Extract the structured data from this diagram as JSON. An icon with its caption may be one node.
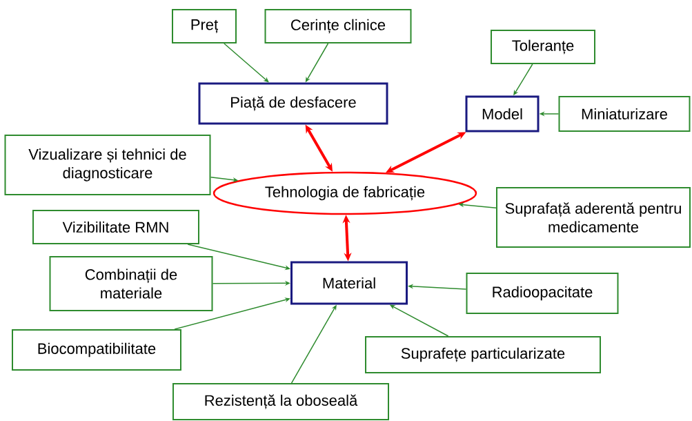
{
  "diagram": {
    "nodes": [
      {
        "text": [
          "Preț"
        ]
      },
      {
        "text": [
          "Cerințe clinice"
        ]
      },
      {
        "text": [
          "Piață de desfacere"
        ]
      },
      {
        "text": [
          "Toleranțe"
        ]
      },
      {
        "text": [
          "Model"
        ]
      },
      {
        "text": [
          "Miniaturizare"
        ]
      },
      {
        "text": [
          "Vizualizare și tehnici de diagnosticare"
        ]
      },
      {
        "text": [
          "Tehnologia de fabricație"
        ]
      },
      {
        "text": [
          "Suprafață aderentă pentru medicamente"
        ]
      },
      {
        "text": [
          "Vizibilitate RMN"
        ]
      },
      {
        "text": [
          "Combinații de materiale"
        ]
      },
      {
        "text": [
          "Material"
        ]
      },
      {
        "text": [
          "Radioopacitate"
        ]
      },
      {
        "text": [
          "Biocompatibilitate"
        ]
      },
      {
        "text": [
          "Suprafețe particularizate"
        ]
      },
      {
        "text": [
          "Rezistență la oboseală"
        ]
      }
    ],
    "edges": [
      {
        "from": 0,
        "to": 2,
        "arrow": "to"
      },
      {
        "from": 1,
        "to": 2,
        "arrow": "to"
      },
      {
        "from": 3,
        "to": 4,
        "arrow": "to"
      },
      {
        "from": 5,
        "to": 4,
        "arrow": "to"
      },
      {
        "from": 2,
        "to": 7,
        "arrow": "both",
        "style": "thick",
        "color": "#ff0000"
      },
      {
        "from": 4,
        "to": 7,
        "arrow": "both",
        "style": "thick",
        "color": "#ff0000"
      },
      {
        "from": 6,
        "to": 7,
        "arrow": "to"
      },
      {
        "from": 8,
        "to": 7,
        "arrow": "to"
      },
      {
        "from": 11,
        "to": 7,
        "arrow": "both",
        "style": "thick",
        "color": "#ff0000"
      },
      {
        "from": 9,
        "to": 11,
        "arrow": "to"
      },
      {
        "from": 10,
        "to": 11,
        "arrow": "to"
      },
      {
        "from": 12,
        "to": 11,
        "arrow": "to"
      },
      {
        "from": 13,
        "to": 11,
        "arrow": "to"
      },
      {
        "from": 14,
        "to": 11,
        "arrow": "to"
      },
      {
        "from": 15,
        "to": 11,
        "arrow": "to"
      }
    ]
  }
}
